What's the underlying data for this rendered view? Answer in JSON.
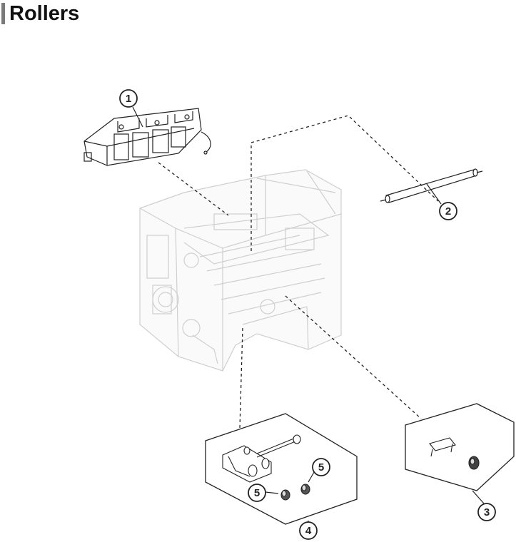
{
  "page": {
    "title": "Rollers"
  },
  "callouts": [
    "1",
    "2",
    "3",
    "4",
    "5",
    "5"
  ],
  "colors": {
    "line": "#222222",
    "ghost": "#cfcfcf",
    "title_bar": "#7a7a7a"
  }
}
